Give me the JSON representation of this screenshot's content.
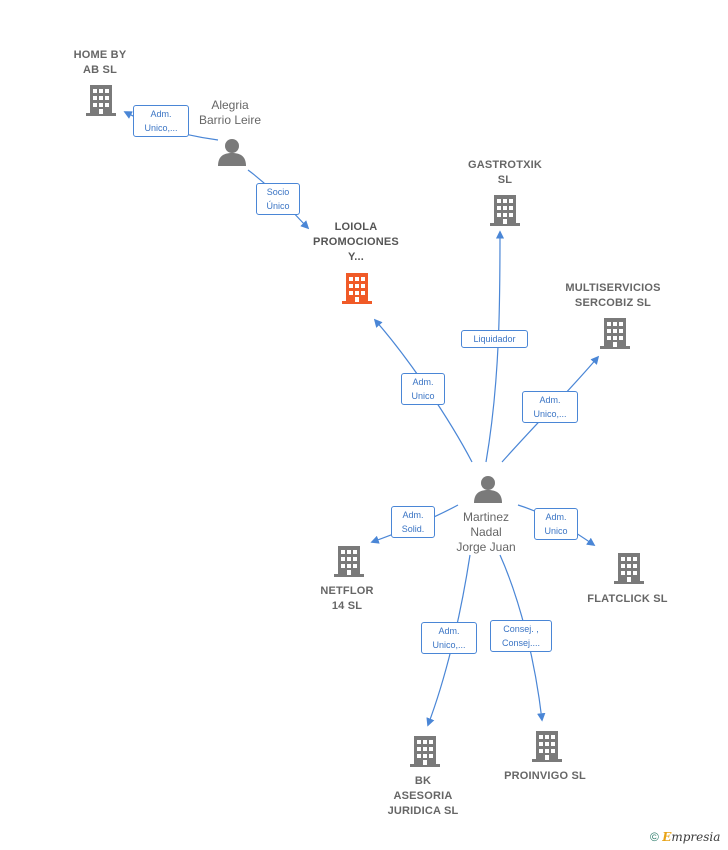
{
  "colors": {
    "edge": "#4a86d6",
    "building": "#7a7a7a",
    "focus": "#f05a28",
    "person": "#7a7a7a"
  },
  "nodes": {
    "home_by_ab": {
      "label": "HOME BY\nAB  SL",
      "icon": "building-icon"
    },
    "alegria": {
      "label": "Alegria\nBarrio Leire",
      "icon": "person-icon"
    },
    "loiola": {
      "label": "LOIOLA\nPROMOCIONES\nY...",
      "icon": "building-icon"
    },
    "gastrotxik": {
      "label": "GASTROTXIK\nSL",
      "icon": "building-icon"
    },
    "multiservicios": {
      "label": "MULTISERVICIOS\nSERCOBIZ  SL",
      "icon": "building-icon"
    },
    "martinez": {
      "label": "Martinez\nNadal\nJorge Juan",
      "icon": "person-icon"
    },
    "netflor": {
      "label": "NETFLOR\n14  SL",
      "icon": "building-icon"
    },
    "flatclick": {
      "label": "FLATCLICK  SL",
      "icon": "building-icon"
    },
    "bk": {
      "label": "BK\nASESORIA\nJURIDICA  SL",
      "icon": "building-icon"
    },
    "proinvigo": {
      "label": "PROINVIGO SL",
      "icon": "building-icon"
    }
  },
  "edges": {
    "alegria_home": "Adm.\nUnico,...",
    "alegria_loiola": "Socio\nÚnico",
    "martinez_loiola": "Adm.\nUnico",
    "martinez_gastrotxik": "Liquidador",
    "martinez_multiservicios": "Adm.\nUnico,...",
    "martinez_netflor": "Adm.\nSolid.",
    "martinez_flatclick": "Adm.\nUnico",
    "martinez_bk": "Adm.\nUnico,...",
    "martinez_proinvigo": "Consej. ,\nConsej...."
  },
  "footer": {
    "copyright": "©",
    "brand_first": "E",
    "brand_rest": "mpresia"
  }
}
